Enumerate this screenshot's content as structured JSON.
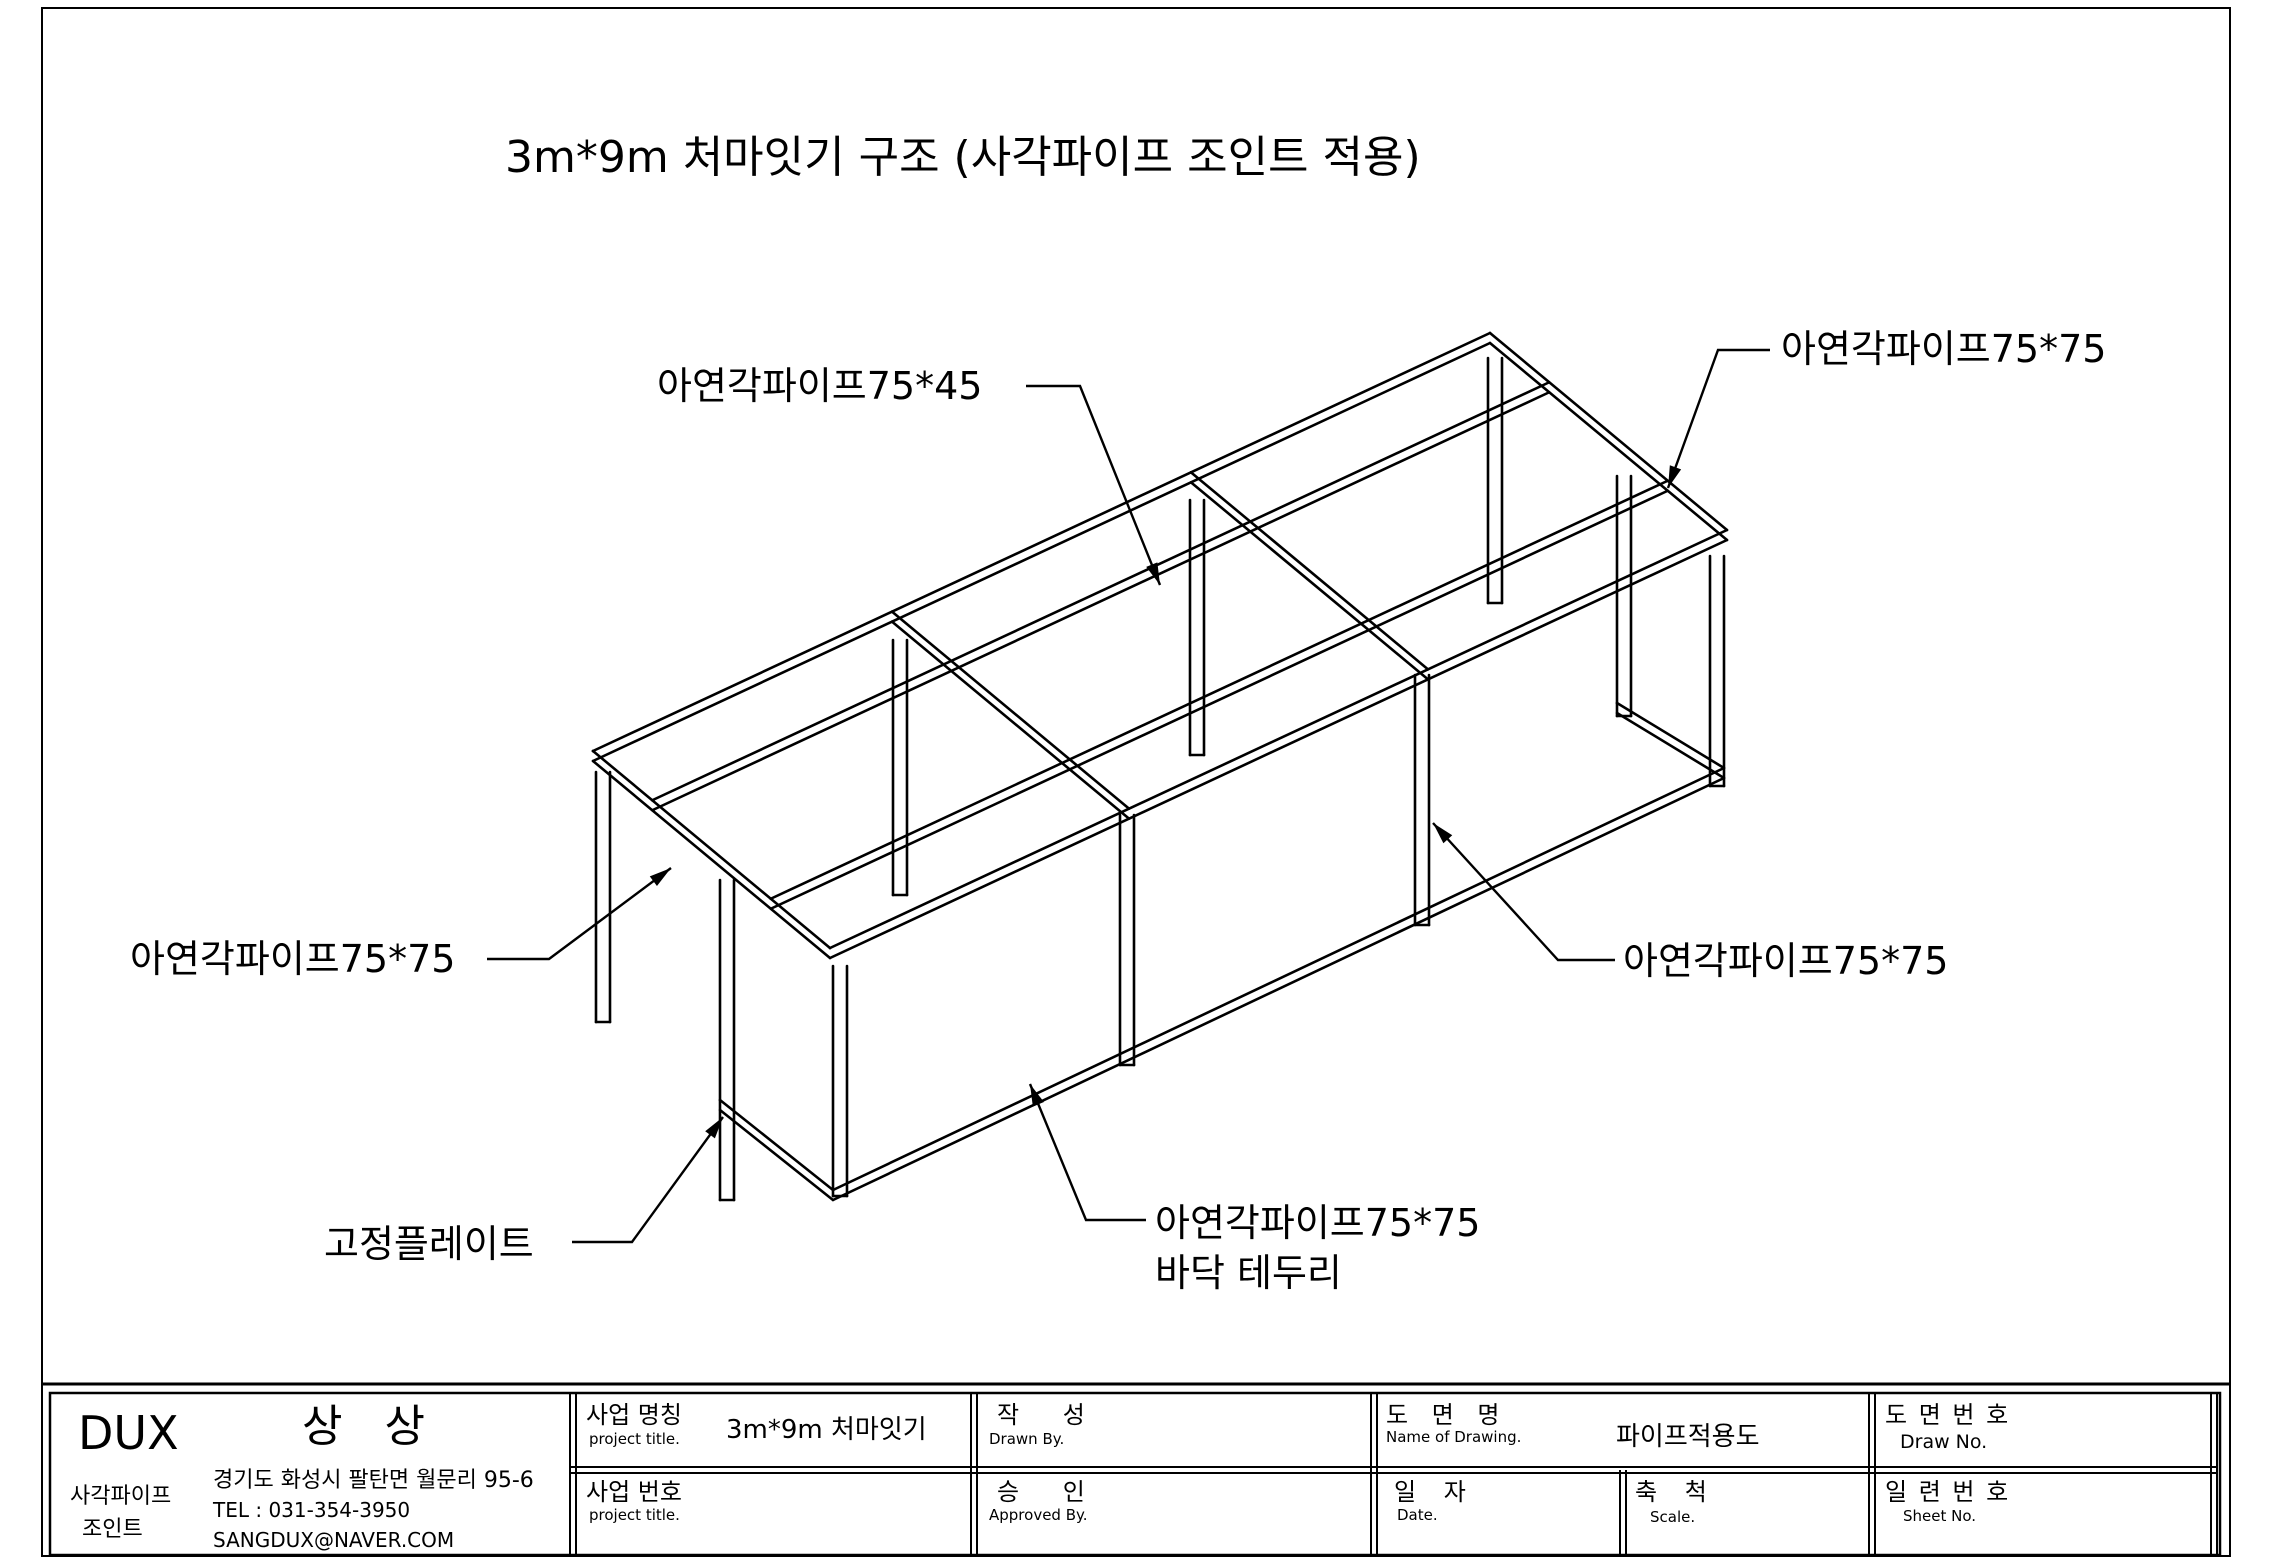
{
  "drawing": {
    "title": "3m*9m 처마잇기 구조 (사각파이프 조인트 적용)",
    "callouts": {
      "top_middle": "아연각파이프75*45",
      "top_right": "아연각파이프75*75",
      "left": "아연각파이프75*75",
      "right_middle": "아연각파이프75*75",
      "fixing_plate": "고정플레이트",
      "bottom_line1": "아연각파이프75*75",
      "bottom_line2": "바닥 테두리"
    }
  },
  "title_block": {
    "company": {
      "brand": "DUX",
      "name": "상 상",
      "line1": "사각파이프",
      "line2": "조인트",
      "address": "경기도 화성시 팔탄면 월문리 95-6",
      "tel": "TEL : 031-354-3950",
      "email": "SANGDUX@NAVER.COM"
    },
    "project_title": {
      "ko": "사업 명칭",
      "en": "project title.",
      "value": "3m*9m 처마잇기"
    },
    "project_no": {
      "ko": "사업 번호",
      "en": "project title.",
      "value": ""
    },
    "drawn_by": {
      "ko": "작 성",
      "en": "Drawn By.",
      "value": ""
    },
    "approved_by": {
      "ko": "승 인",
      "en": "Approved By.",
      "value": ""
    },
    "drawing_name": {
      "ko": "도 면 명",
      "en": "Name of Drawing.",
      "value": "파이프적용도"
    },
    "date": {
      "ko": "일 자",
      "en": "Date.",
      "value": ""
    },
    "scale": {
      "ko": "축 척",
      "en": "Scale.",
      "value": ""
    },
    "draw_no": {
      "ko": "도 면 번 호",
      "en": "Draw No.",
      "value": ""
    },
    "sheet_no": {
      "ko": "일 련 번 호",
      "en": "Sheet No.",
      "value": ""
    }
  }
}
